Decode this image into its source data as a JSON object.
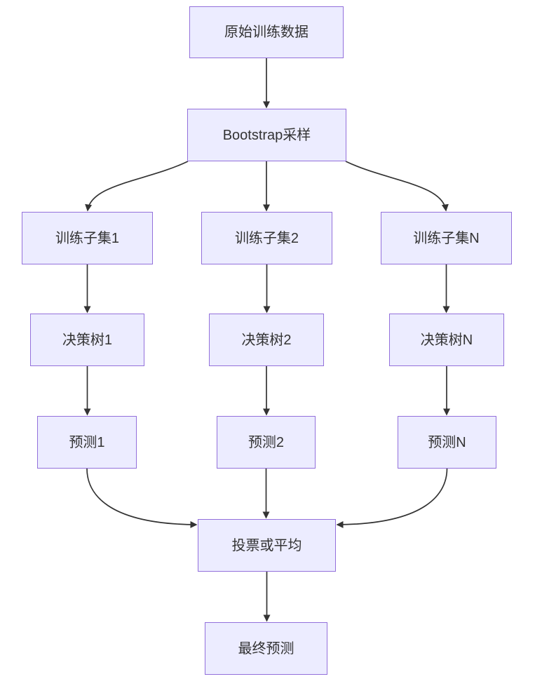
{
  "diagram": {
    "type": "flowchart-top-down",
    "background_color": "#ffffff",
    "node_fill_color": "#ECECFF",
    "node_border_color": "#9370DB",
    "edge_color": "#333333",
    "text_color": "#333333",
    "nodes": [
      {
        "id": "original-data",
        "label": "原始训练数据"
      },
      {
        "id": "bootstrap-sampling",
        "label": "Bootstrap采样"
      },
      {
        "id": "subset-1",
        "label": "训练子集1"
      },
      {
        "id": "subset-2",
        "label": "训练子集2"
      },
      {
        "id": "subset-n",
        "label": "训练子集N"
      },
      {
        "id": "tree-1",
        "label": "决策树1"
      },
      {
        "id": "tree-2",
        "label": "决策树2"
      },
      {
        "id": "tree-n",
        "label": "决策树N"
      },
      {
        "id": "prediction-1",
        "label": "预测1"
      },
      {
        "id": "prediction-2",
        "label": "预测2"
      },
      {
        "id": "prediction-n",
        "label": "预测N"
      },
      {
        "id": "vote-or-average",
        "label": "投票或平均"
      },
      {
        "id": "final-prediction",
        "label": "最终预测"
      }
    ],
    "edges": [
      {
        "from": "original-data",
        "to": "bootstrap-sampling"
      },
      {
        "from": "bootstrap-sampling",
        "to": "subset-1"
      },
      {
        "from": "bootstrap-sampling",
        "to": "subset-2"
      },
      {
        "from": "bootstrap-sampling",
        "to": "subset-n"
      },
      {
        "from": "subset-1",
        "to": "tree-1"
      },
      {
        "from": "subset-2",
        "to": "tree-2"
      },
      {
        "from": "subset-n",
        "to": "tree-n"
      },
      {
        "from": "tree-1",
        "to": "prediction-1"
      },
      {
        "from": "tree-2",
        "to": "prediction-2"
      },
      {
        "from": "tree-n",
        "to": "prediction-n"
      },
      {
        "from": "prediction-1",
        "to": "vote-or-average"
      },
      {
        "from": "prediction-2",
        "to": "vote-or-average"
      },
      {
        "from": "prediction-n",
        "to": "vote-or-average"
      },
      {
        "from": "vote-or-average",
        "to": "final-prediction"
      }
    ]
  }
}
